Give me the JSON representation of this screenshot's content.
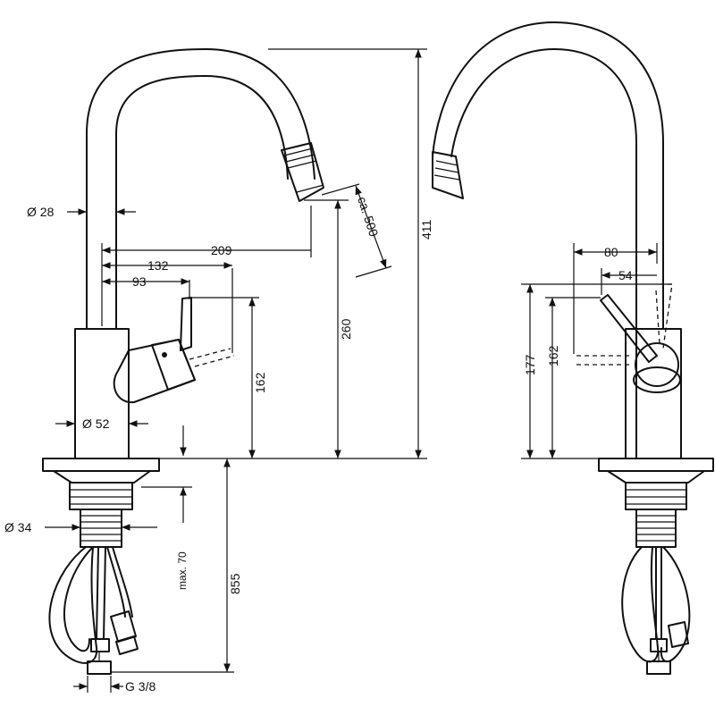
{
  "dimensions": {
    "d28": "Ø 28",
    "d52": "Ø 52",
    "d34": "Ø 34",
    "l209": "209",
    "l132": "132",
    "l93": "93",
    "h162_left": "162",
    "h260": "260",
    "h411": "411",
    "hose": "ca. 500",
    "max70": "max. 70",
    "l855": "855",
    "g38": "G 3/8",
    "l80": "80",
    "l54": "54",
    "h177": "177",
    "h162_right": "162"
  }
}
